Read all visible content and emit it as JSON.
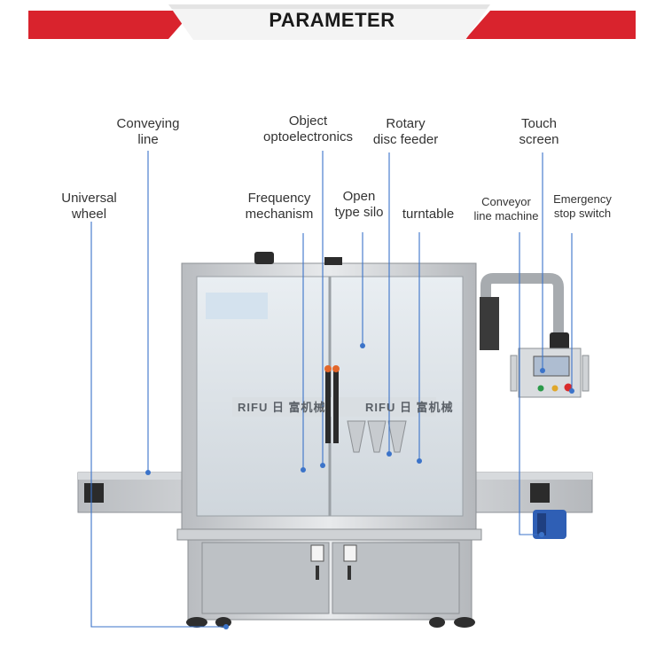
{
  "header": {
    "title": "PARAMETER"
  },
  "brand": {
    "logo_text": "RIFU 日 富机械"
  },
  "colors": {
    "accent_red": "#d9232d",
    "leader_blue": "#3b73c9",
    "steel": "#c9ccd0"
  },
  "labels": {
    "conveying_line": [
      "Conveying",
      "line"
    ],
    "object_optoelectronics": [
      "Object",
      "optoelectronics"
    ],
    "rotary_disc_feeder": [
      "Rotary",
      "disc feeder"
    ],
    "touch_screen": [
      "Touch",
      "screen"
    ],
    "universal_wheel": [
      "Universal",
      "wheel"
    ],
    "frequency_mechanism": [
      "Frequency",
      "mechanism"
    ],
    "open_type_silo": [
      "Open",
      "type silo"
    ],
    "turntable": [
      "turntable"
    ],
    "conveyor_line_machine": [
      "Conveyor",
      "line machine"
    ],
    "emergency_stop_switch": [
      "Emergency",
      "stop switch"
    ]
  }
}
